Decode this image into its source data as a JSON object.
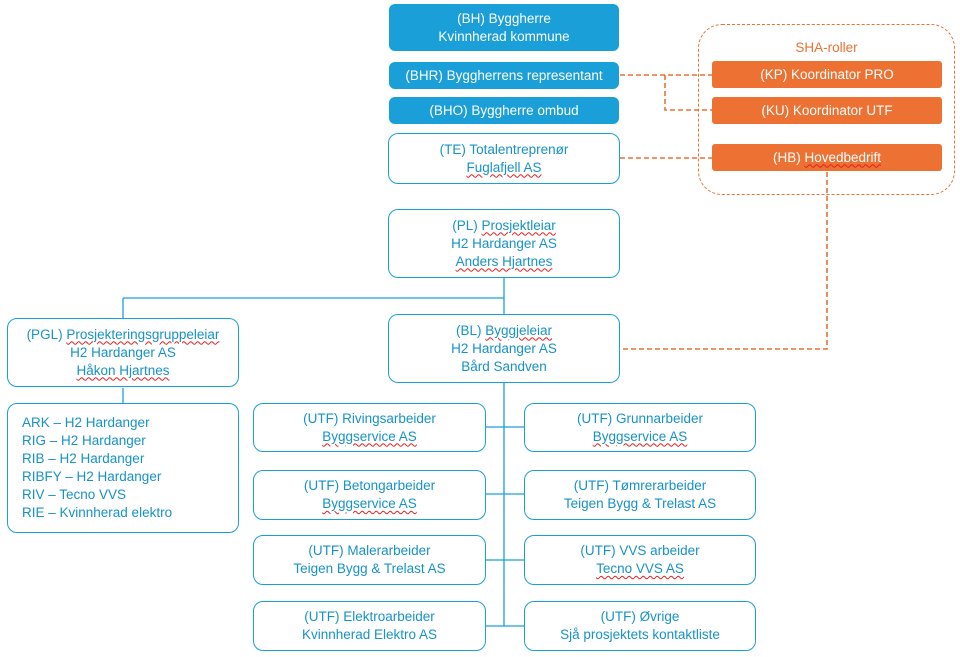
{
  "colors": {
    "blue_fill": "#1a9fd8",
    "blue_text": "#1792c9",
    "orange": "#ec7132",
    "connector": "#1aa0d9"
  },
  "boxes": {
    "bh": {
      "line1": "(BH) Byggherre",
      "line2": "Kvinnherad kommune"
    },
    "bhr": {
      "line1": "(BHR) Byggherrens representant"
    },
    "bho": {
      "line1": "(BHO) Byggherre ombud"
    },
    "te": {
      "line1": "(TE) Totalentreprenør",
      "line2": "Fuglafjell AS"
    },
    "pl": {
      "line1_prefix": "(PL) ",
      "line1_word": "Prosjektleiar",
      "line2": "H2 Hardanger AS",
      "line3": "Anders Hjartnes"
    },
    "pgl": {
      "line1_prefix": "(PGL) ",
      "line1_word": "Prosjekteringsgruppeleiar",
      "line2": "H2 Hardanger AS",
      "line3": "Håkon Hjartnes"
    },
    "bl": {
      "line1_prefix": "(BL) ",
      "line1_word": "Byggjeleiar",
      "line2": "H2 Hardanger AS",
      "line3": "Bård Sandven"
    }
  },
  "design_group": [
    "ARK – H2 Hardanger",
    "RIG – H2 Hardanger",
    "RIB – H2 Hardanger",
    "RIBFY – H2 Hardanger",
    "RIV – Tecno VVS",
    "RIE – Kvinnherad elektro"
  ],
  "sha": {
    "title": "SHA-roller",
    "kp": "(KP) Koordinator PRO",
    "ku": "(KU) Koordinator UTF",
    "hb": "(HB) Hovedbedrift"
  },
  "utf": {
    "riving": {
      "line1": "(UTF) Rivingsarbeider",
      "line2": "Byggservice AS"
    },
    "grunn": {
      "line1": "(UTF) Grunnarbeider",
      "line2": "Byggservice AS"
    },
    "betong": {
      "line1": "(UTF) Betongarbeider",
      "line2": "Byggservice AS"
    },
    "tomrer": {
      "line1": "(UTF) Tømrerarbeider",
      "line2": "Teigen Bygg & Trelast AS"
    },
    "maler": {
      "line1": "(UTF) Malerarbeider",
      "line2": "Teigen Bygg & Trelast AS"
    },
    "vvs": {
      "line1": "(UTF) VVS arbeider",
      "line2": "Tecno VVS AS"
    },
    "elektro": {
      "line1": "(UTF) Elektroarbeider",
      "line2": "Kvinnherad Elektro AS"
    },
    "ovrige": {
      "line1": "(UTF) Øvrige",
      "line2": "Sjå prosjektets kontaktliste"
    }
  }
}
